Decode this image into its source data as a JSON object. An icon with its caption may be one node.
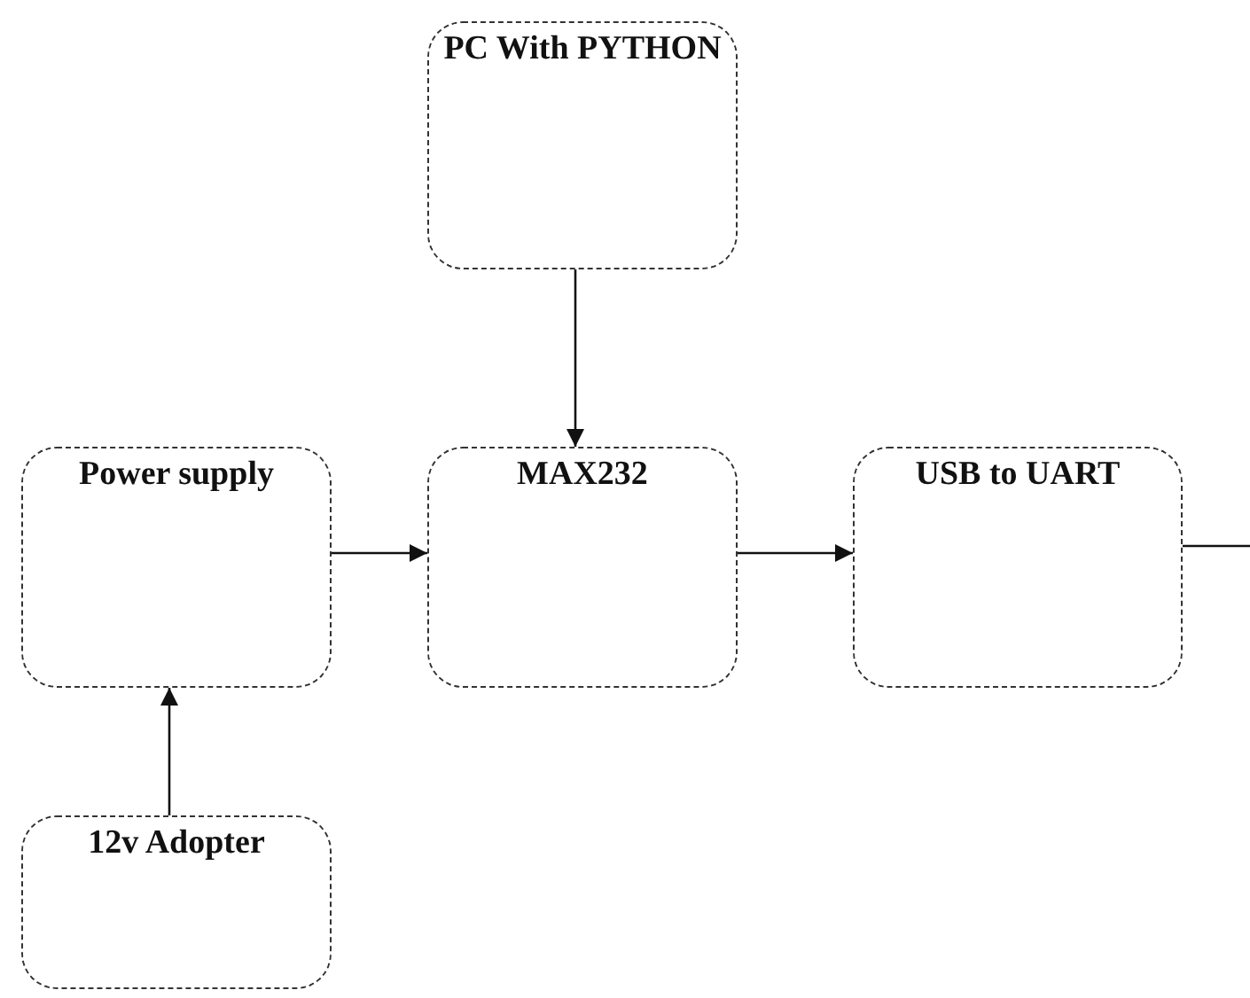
{
  "diagram": {
    "nodes": [
      {
        "text": [
          "PC With PYTHON"
        ]
      },
      {
        "text": [
          "Power supply"
        ]
      },
      {
        "text": [
          "MAX232"
        ]
      },
      {
        "text": [
          "USB to UART"
        ]
      },
      {
        "text": [
          "12v Adopter"
        ]
      }
    ],
    "edges": [
      {
        "from": 0,
        "to": 2,
        "arrow": "to"
      },
      {
        "from": 1,
        "to": 2,
        "arrow": "to"
      },
      {
        "from": 2,
        "to": 3,
        "arrow": "to"
      },
      {
        "from": 4,
        "to": 1,
        "arrow": "to"
      },
      {
        "from": 3,
        "to": null,
        "arrow": "none"
      }
    ]
  }
}
